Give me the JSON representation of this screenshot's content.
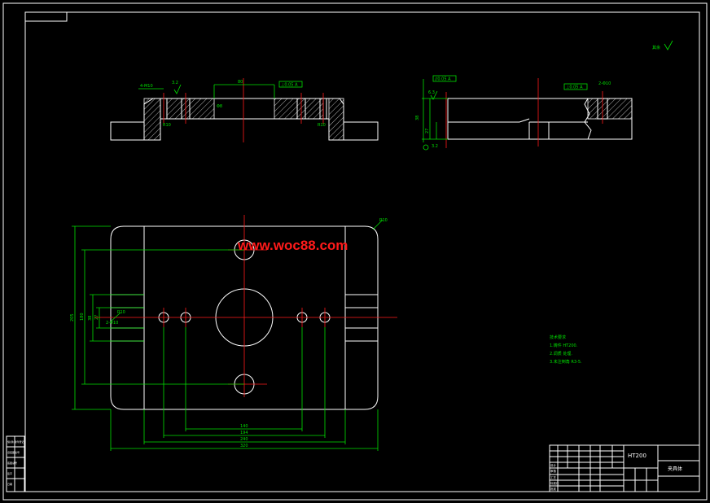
{
  "watermark": "www.woc88.com",
  "title_block": {
    "material": "HT200",
    "drawing_name": "夹具体",
    "row_labels": [
      "设计",
      "审核",
      "工艺",
      "标准化",
      "批准"
    ]
  },
  "tech_requirements": {
    "heading": "技术要求",
    "items": [
      "1.铸件 HT200.",
      "2.调质 处理.",
      "3.未注倒角 R3-5."
    ]
  },
  "roughness": {
    "corner": "其余",
    "values": [
      "3.2",
      "6.3",
      "3.2"
    ]
  },
  "dimensions": {
    "bottom": [
      "140",
      "194",
      "240",
      "320"
    ],
    "left": [
      "205",
      "180",
      "38",
      "27"
    ],
    "small": [
      "4-M10",
      "2-Φ10",
      "Φ8",
      "R10",
      "80"
    ]
  },
  "tolerance_frames": [
    "⊥0.05 A",
    "//0.05 A",
    "⊥0.05 A"
  ],
  "sidebar_labels": [
    "借(通)用件登记",
    "旧底图总号",
    "底图总号",
    "签字",
    "日期"
  ],
  "colors": {
    "outline": "#ffffff",
    "dimension": "#00e000",
    "centerline": "#ff1a1a"
  }
}
